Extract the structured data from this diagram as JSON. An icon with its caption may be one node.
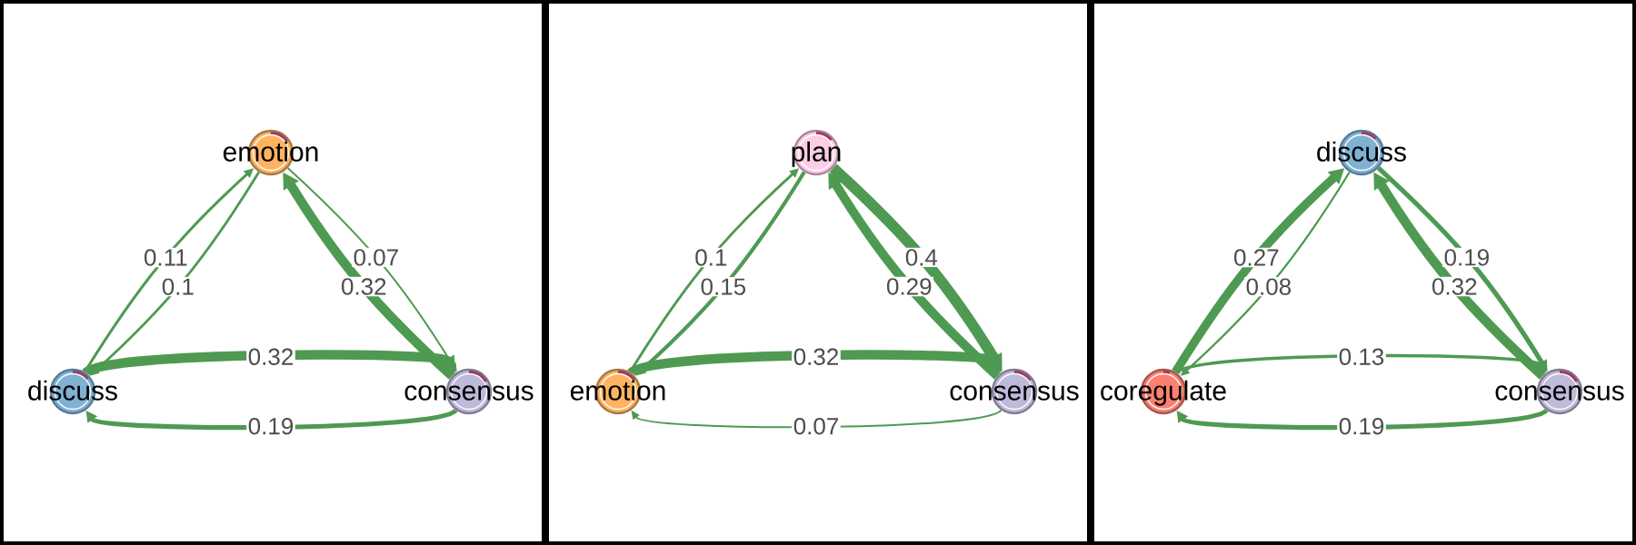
{
  "diagram": {
    "nodes": [
      {
        "text": [],
        "shape": "box"
      },
      {
        "text": [
          "emotion"
        ],
        "in": 0
      },
      {
        "text": [
          "discuss"
        ],
        "in": 0
      },
      {
        "text": [
          "consensus"
        ],
        "in": 0
      },
      {
        "text": [],
        "shape": "box"
      },
      {
        "text": [
          "plan"
        ],
        "in": 4
      },
      {
        "text": [
          "emotion"
        ],
        "in": 4
      },
      {
        "text": [
          "consensus"
        ],
        "in": 4
      },
      {
        "text": [],
        "shape": "box"
      },
      {
        "text": [
          "discuss"
        ],
        "in": 8
      },
      {
        "text": [
          "coregulate"
        ],
        "in": 8
      },
      {
        "text": [
          "consensus"
        ],
        "in": 8
      }
    ],
    "edges": [
      {
        "from": 2,
        "to": 1,
        "arrow": "to",
        "label": "0.11"
      },
      {
        "from": 1,
        "to": 2,
        "arrow": "to",
        "label": "0.1"
      },
      {
        "from": 1,
        "to": 3,
        "arrow": "to",
        "label": "0.07"
      },
      {
        "from": 3,
        "to": 1,
        "arrow": "to",
        "label": "0.32",
        "style": "thick"
      },
      {
        "from": 2,
        "to": 3,
        "arrow": "to",
        "label": "0.32",
        "style": "thick"
      },
      {
        "from": 3,
        "to": 2,
        "arrow": "to",
        "label": "0.19"
      },
      {
        "from": 6,
        "to": 5,
        "arrow": "to",
        "label": "0.1"
      },
      {
        "from": 5,
        "to": 6,
        "arrow": "to",
        "label": "0.15"
      },
      {
        "from": 5,
        "to": 7,
        "arrow": "to",
        "label": "0.4",
        "style": "thick"
      },
      {
        "from": 7,
        "to": 5,
        "arrow": "to",
        "label": "0.29",
        "style": "thick"
      },
      {
        "from": 6,
        "to": 7,
        "arrow": "to",
        "label": "0.32",
        "style": "thick"
      },
      {
        "from": 7,
        "to": 6,
        "arrow": "to",
        "label": "0.07"
      },
      {
        "from": 10,
        "to": 9,
        "arrow": "to",
        "label": "0.27",
        "style": "thick"
      },
      {
        "from": 9,
        "to": 10,
        "arrow": "to",
        "label": "0.08"
      },
      {
        "from": 9,
        "to": 11,
        "arrow": "to",
        "label": "0.19"
      },
      {
        "from": 11,
        "to": 9,
        "arrow": "to",
        "label": "0.32",
        "style": "thick"
      },
      {
        "from": 10,
        "to": 11,
        "arrow": "to",
        "label": "0.13"
      },
      {
        "from": 11,
        "to": 10,
        "arrow": "to",
        "label": "0.19"
      }
    ]
  }
}
